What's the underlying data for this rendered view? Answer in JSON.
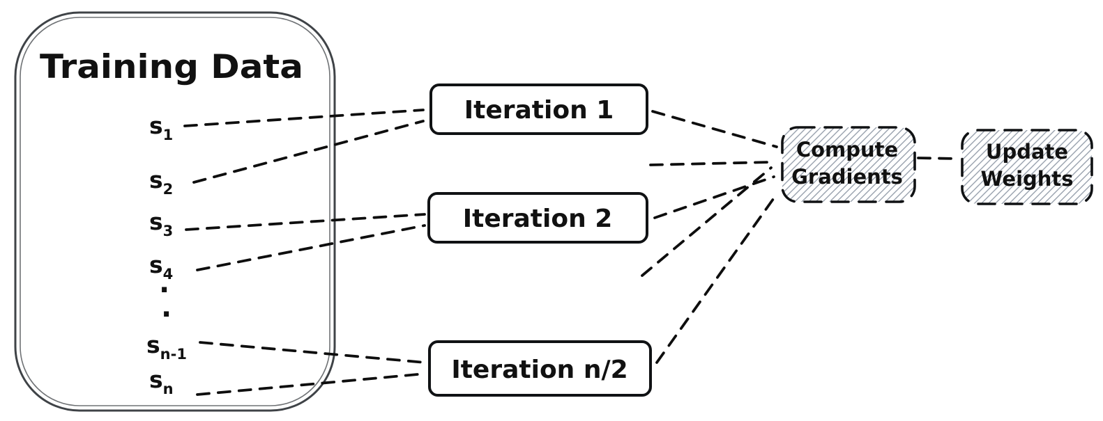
{
  "diagram": {
    "training_data": {
      "title": "Training Data",
      "samples": [
        {
          "base": "s",
          "sub": "1"
        },
        {
          "base": "s",
          "sub": "2"
        },
        {
          "base": "s",
          "sub": "3"
        },
        {
          "base": "s",
          "sub": "4"
        },
        {
          "base": ".",
          "sub": ""
        },
        {
          "base": ".",
          "sub": ""
        },
        {
          "base": "s",
          "sub": "n-1"
        },
        {
          "base": "s",
          "sub": "n"
        }
      ]
    },
    "iterations": [
      {
        "label": "Iteration 1"
      },
      {
        "label": "Iteration 2"
      },
      {
        "label": "Iteration n/2"
      }
    ],
    "compute_gradients": {
      "line1": "Compute",
      "line2": "Gradients"
    },
    "update_weights": {
      "line1": "Update",
      "line2": "Weights"
    },
    "colors": {
      "red_hatch": "#f19595",
      "blue_hatch": "#4f9de5",
      "gray_hatch": "#98a1ad",
      "container_outline": "#3f4347",
      "box_outline": "#101214",
      "connector": "#0e0e0e",
      "text": "#111111"
    }
  }
}
